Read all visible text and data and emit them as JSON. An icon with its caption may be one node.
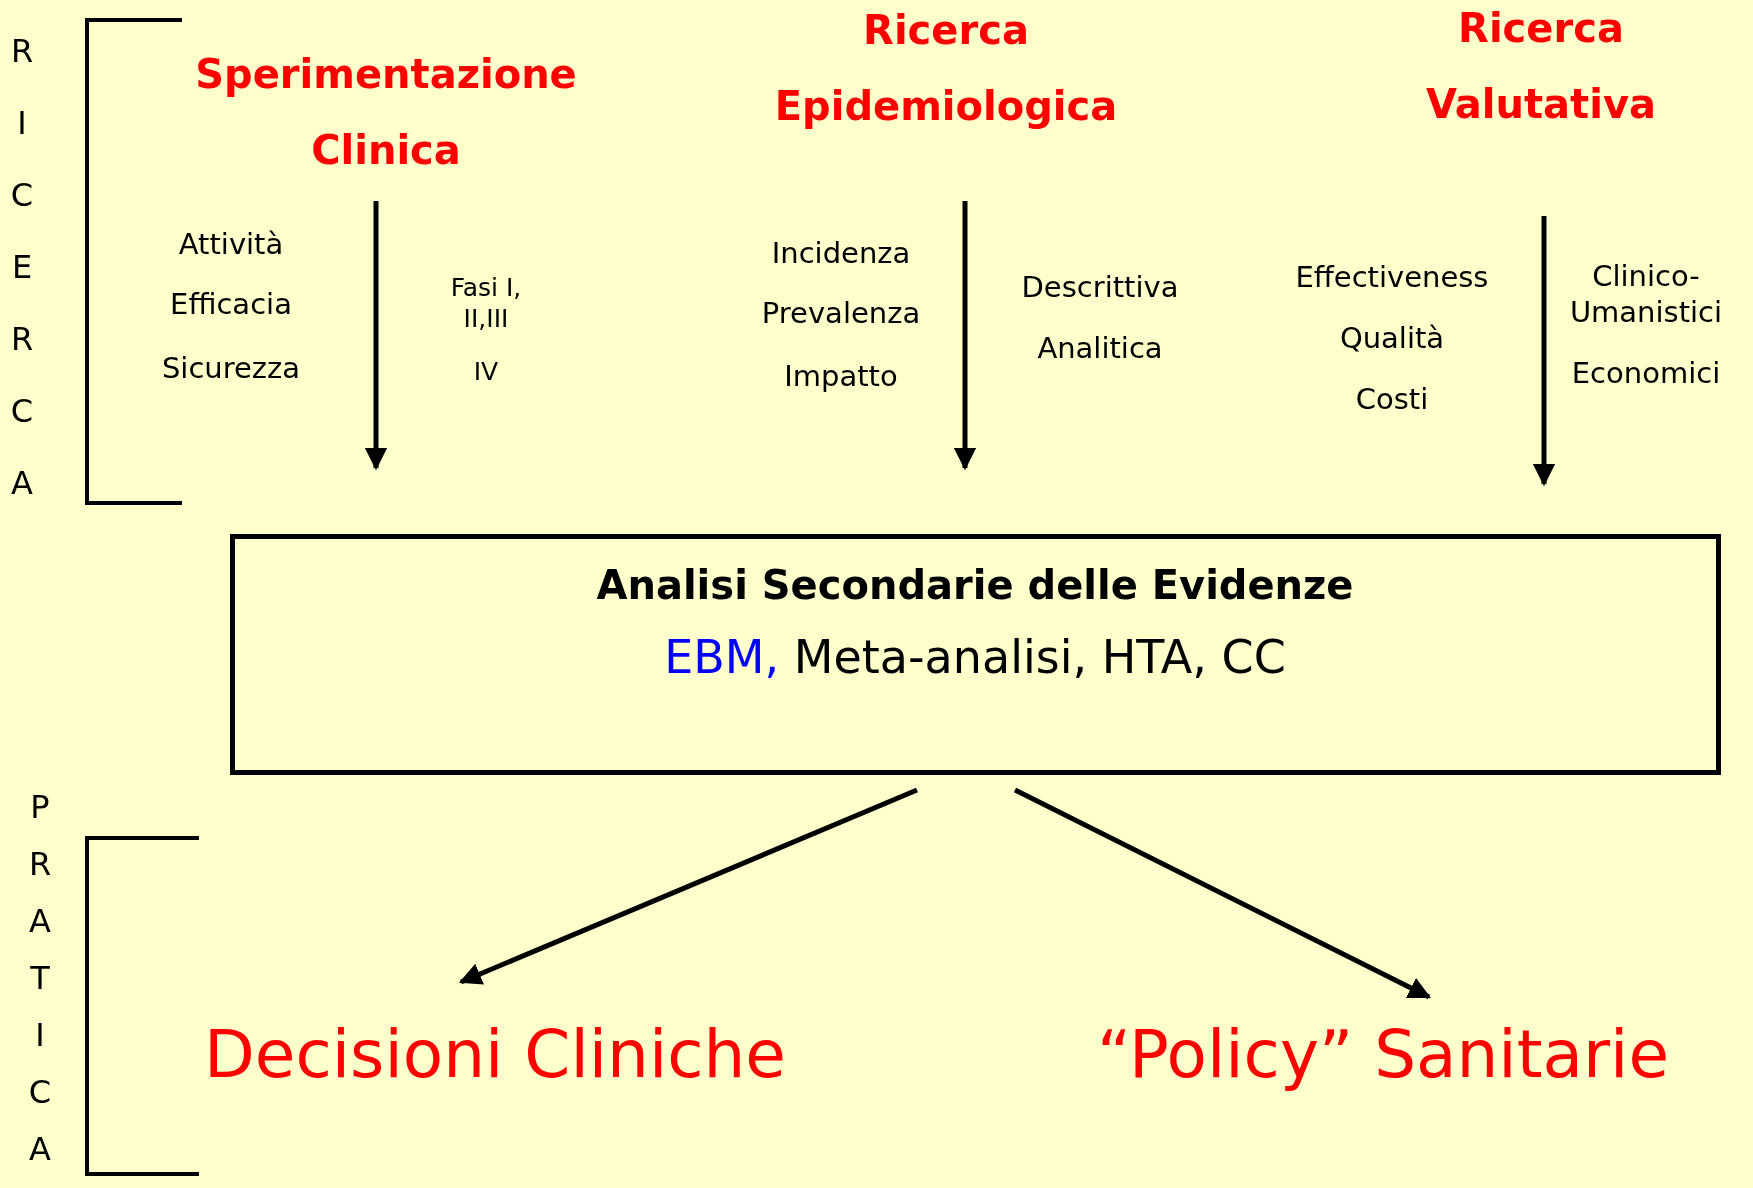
{
  "diagram": {
    "nodes": [
      {
        "text": [
          "Sperimentazione Clinica"
        ]
      },
      {
        "text": [
          "Ricerca Epidemiologica"
        ]
      },
      {
        "text": [
          "Ricerca Valutativa"
        ]
      },
      {
        "text": [
          "Analisi Secondarie delle Evidenze",
          "EBM, Meta-analisi, HTA, CC"
        ]
      },
      {
        "text": [
          "Decisioni Cliniche"
        ]
      },
      {
        "text": [
          "“Policy” Sanitarie"
        ]
      }
    ],
    "edges": [
      {
        "from": 0,
        "to": 3,
        "arrow": "to"
      },
      {
        "from": 1,
        "to": 3,
        "arrow": "to"
      },
      {
        "from": 2,
        "to": 3,
        "arrow": "to"
      },
      {
        "from": 3,
        "to": 4,
        "arrow": "to"
      },
      {
        "from": 3,
        "to": 5,
        "arrow": "to"
      }
    ],
    "labels": [
      "RICERCA",
      "Attività",
      "Efficacia",
      "Sicurezza",
      "Fasi I, II,III",
      "IV",
      "Incidenza",
      "Prevalenza",
      "Impatto",
      "Descrittiva",
      "Analitica",
      "Effectiveness",
      "Qualità",
      "Costi",
      "Clinico-Umanistici",
      "Economici",
      "PRATICA"
    ]
  }
}
